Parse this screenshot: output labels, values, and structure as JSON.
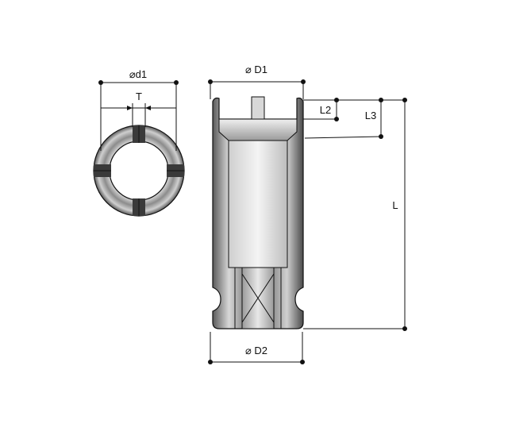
{
  "labels": {
    "d1": "⌀d1",
    "t": "T",
    "D1": "⌀ D1",
    "L2": "L2",
    "L3": "L3",
    "L": "L",
    "D2": "⌀ D2"
  },
  "colors": {
    "line": "#111111",
    "metal_light": "#e6e6e6",
    "metal_mid": "#9a9a9a",
    "metal_dark": "#4a4a4a"
  }
}
